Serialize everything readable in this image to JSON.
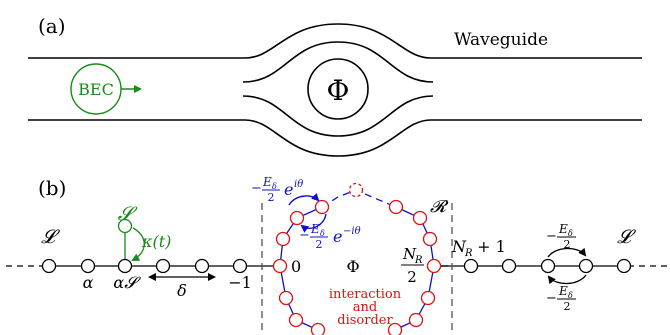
{
  "panel_a": {
    "label": "(a)",
    "waveguide_label": "Waveguide",
    "bec_label": "BEC",
    "ring_label": "Φ"
  },
  "panel_b": {
    "label": "(b)",
    "left_reservoir": "𝓛",
    "right_reservoir": "𝓛",
    "source_label": "𝓢",
    "coupling_label": "κ(t)",
    "alpha_label": "α",
    "alpha_s_label": "α𝓢",
    "delta_label": "δ",
    "minus_one_label": "−1",
    "zero_label": "0",
    "ring_flux_label": "Φ",
    "ring_region_label": "𝓡",
    "nr_half_num": "N",
    "nr_half_sub": "R",
    "nr_half_den": "2",
    "nr_plus_one": "N",
    "nr_plus_one_sub": "R",
    "nr_plus_one_rest": " + 1",
    "hop_upper_prefix": "−",
    "hop_upper_num": "E",
    "hop_upper_sub": "δ",
    "hop_upper_den": "2",
    "hop_upper_exp_base": "e",
    "hop_upper_exp": "iθ",
    "hop_lower_prefix": "−",
    "hop_lower_num": "E",
    "hop_lower_sub": "δ",
    "hop_lower_den": "2",
    "hop_lower_exp_base": "e",
    "hop_lower_exp": "−iθ",
    "hop_right_top": "−",
    "hop_right_bottom": "−",
    "hop_right_num": "E",
    "hop_right_sub": "δ",
    "hop_right_den": "2",
    "interaction_line1": "interaction",
    "interaction_line2": "and",
    "interaction_line3": "disorder"
  },
  "colors": {
    "green": "#1a8a1a",
    "blue": "#1010cc",
    "red": "#e01010",
    "black": "#000000"
  }
}
